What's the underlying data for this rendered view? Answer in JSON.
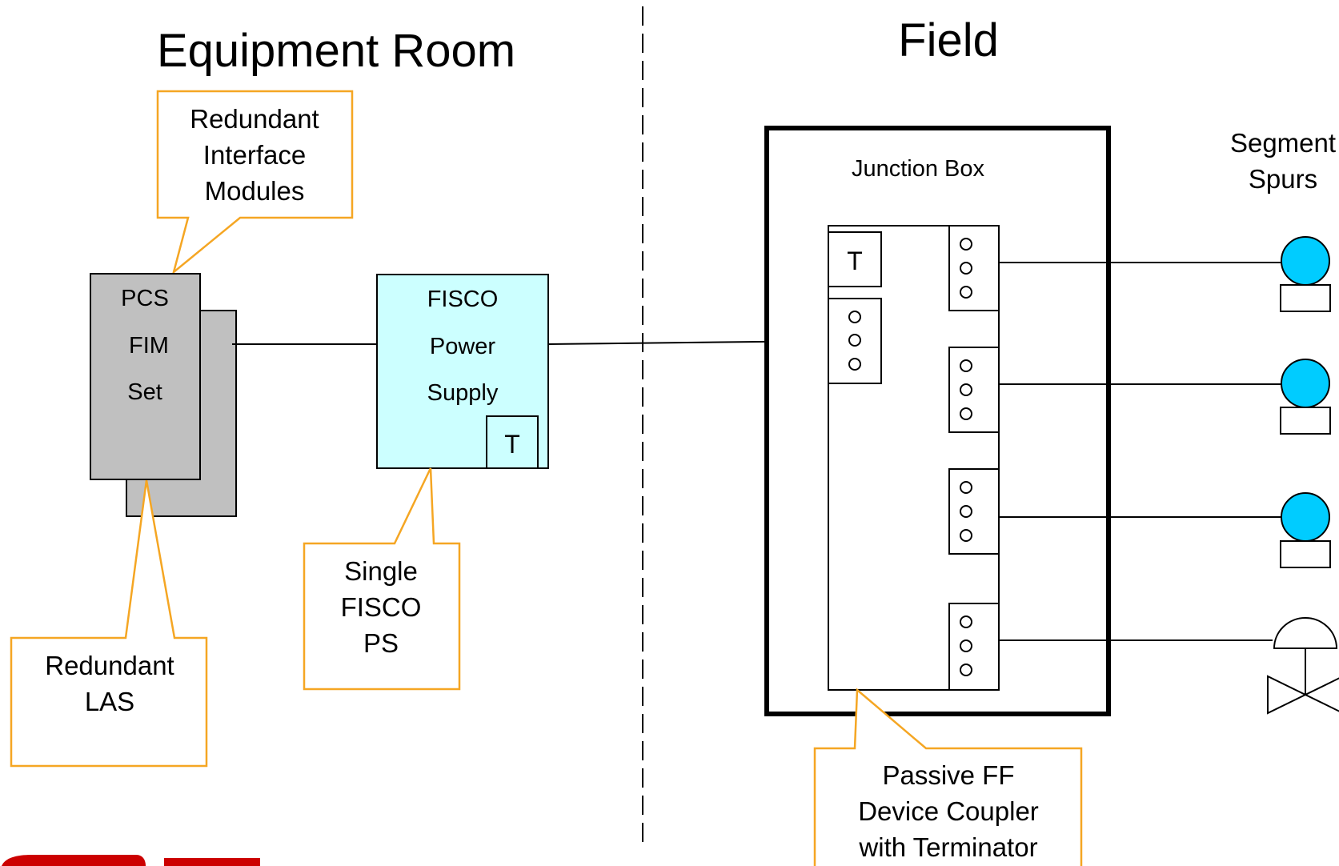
{
  "titles": {
    "equipment_room": "Equipment Room",
    "field": "Field"
  },
  "callouts": {
    "redundant_interface": [
      "Redundant",
      "Interface",
      "Modules"
    ],
    "redundant_las": [
      "Redundant",
      "LAS"
    ],
    "single_fisco": [
      "Single",
      "FISCO",
      "PS"
    ],
    "passive_coupler": [
      "Passive FF",
      "Device Coupler",
      "with Terminator"
    ]
  },
  "pcs_fim": [
    "PCS",
    "FIM",
    "Set"
  ],
  "fisco_power_supply": [
    "FISCO",
    "Power",
    "Supply"
  ],
  "terminator_label": "T",
  "junction_box": "Junction Box",
  "segment_spurs": [
    "Segment",
    "Spurs"
  ],
  "colors": {
    "callout_border": "#f5a623",
    "fim_fill": "#c0c0c0",
    "fisco_fill": "#ccffff",
    "device_fill": "#00ccff",
    "line": "#000000",
    "logo_red": "#cc0000"
  }
}
